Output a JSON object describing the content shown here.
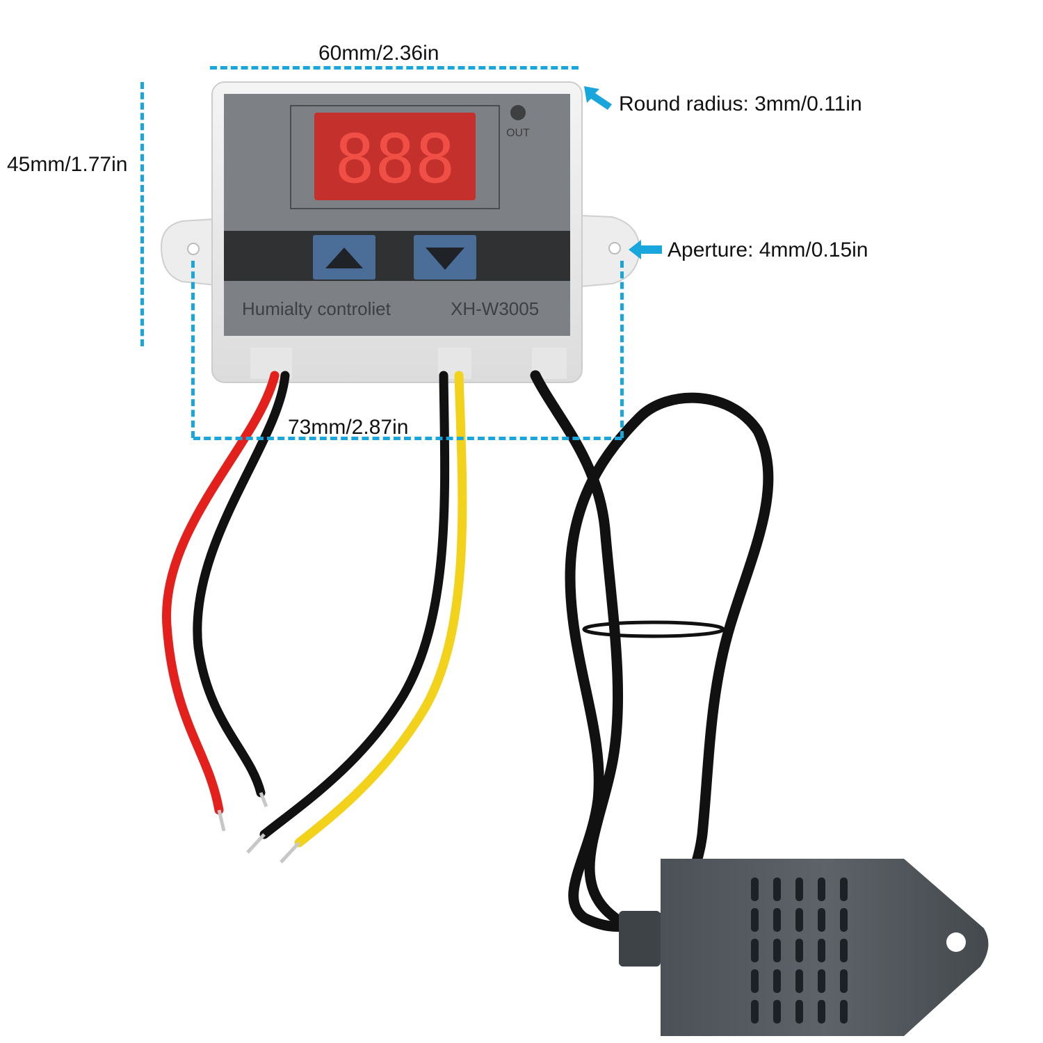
{
  "dimensions": {
    "width_top": "60mm/2.36in",
    "height_left": "45mm/1.77in",
    "width_bottom": "73mm/2.87in",
    "round_radius": "Round radius: 3mm/0.11in",
    "aperture": "Aperture: 4mm/0.15in"
  },
  "device": {
    "display_digits": "888",
    "label": "Humialty controliet",
    "model": "XH-W3005",
    "indicator": "OUT"
  },
  "colors": {
    "accent_dash": "#19a6dc",
    "display_red": "#e0312d",
    "wire_red": "#e3201b",
    "wire_yellow": "#f2d21b",
    "wire_black": "#111111"
  }
}
